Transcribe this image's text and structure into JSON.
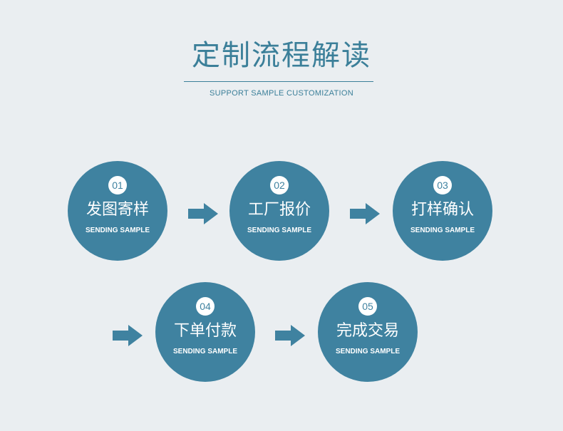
{
  "header": {
    "title": "定制流程解读",
    "subtitle": "SUPPORT SAMPLE CUSTOMIZATION"
  },
  "steps": [
    {
      "number": "01",
      "label": "发图寄样",
      "sub": "SENDING SAMPLE"
    },
    {
      "number": "02",
      "label": "工厂报价",
      "sub": "SENDING SAMPLE"
    },
    {
      "number": "03",
      "label": "打样确认",
      "sub": "SENDING SAMPLE"
    },
    {
      "number": "04",
      "label": "下单付款",
      "sub": "SENDING SAMPLE"
    },
    {
      "number": "05",
      "label": "完成交易",
      "sub": "SENDING SAMPLE"
    }
  ],
  "colors": {
    "background": "#eaeef1",
    "accent": "#3f82a0",
    "title": "#3b7f99"
  }
}
